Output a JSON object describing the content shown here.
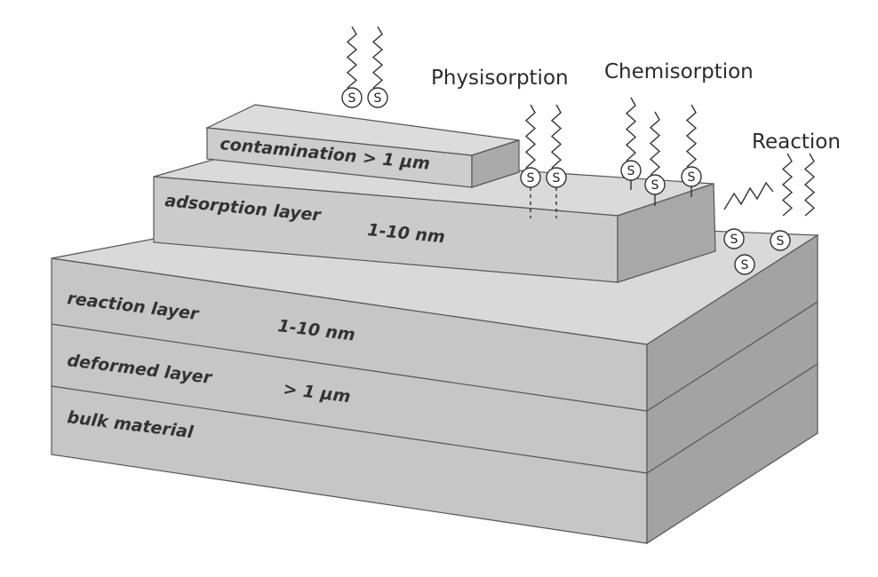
{
  "headings": {
    "physisorption": "Physisorption",
    "chemisorption": "Chemisorption",
    "reaction": "Reaction"
  },
  "layers": {
    "contamination": "contamination > 1 µm",
    "adsorption": "adsorption layer",
    "adsorption_thickness": "1-10 nm",
    "reaction": "reaction layer",
    "reaction_thickness": "1-10 nm",
    "deformed": "deformed layer",
    "deformed_thickness": "> 1 µm",
    "bulk": "bulk material"
  },
  "molecule_symbol": "S",
  "colors": {
    "top_face": "#d6d6d6",
    "front_face": "#c4c4c4",
    "side_face": "#9e9e9e",
    "edge": "#555555",
    "text": "#333333"
  }
}
